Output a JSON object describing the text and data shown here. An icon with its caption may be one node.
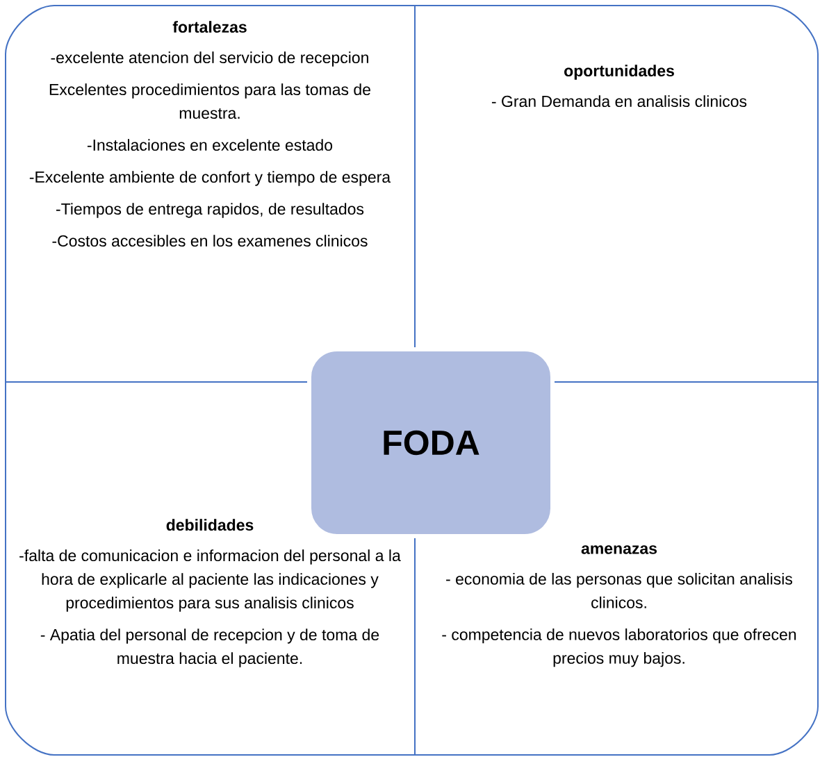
{
  "diagram": {
    "nodes": [
      {
        "text": [
          "fortalezas",
          "-excelente atencion del servicio de recepcion",
          "Excelentes procedimientos para las tomas de muestra.",
          "-Instalaciones en excelente estado",
          "-Excelente ambiente de confort y tiempo de espera",
          "-Tiempos de entrega rapidos, de resultados",
          "-Costos accesibles en los examenes clinicos"
        ]
      },
      {
        "text": [
          "oportunidades",
          "- Gran Demanda en analisis clinicos"
        ]
      },
      {
        "text": [
          "debilidades",
          "-falta de comunicacion e informacion del personal a la hora de explicarle al paciente las indicaciones y procedimientos para sus analisis clinicos",
          "- Apatia del personal de recepcion y de toma de muestra hacia el paciente."
        ]
      },
      {
        "text": [
          "amenazas",
          "- economia de las personas que solicitan analisis clinicos.",
          "- competencia de nuevos laboratorios que ofrecen precios muy bajos."
        ]
      },
      {
        "text": [
          "FODA"
        ]
      }
    ]
  }
}
